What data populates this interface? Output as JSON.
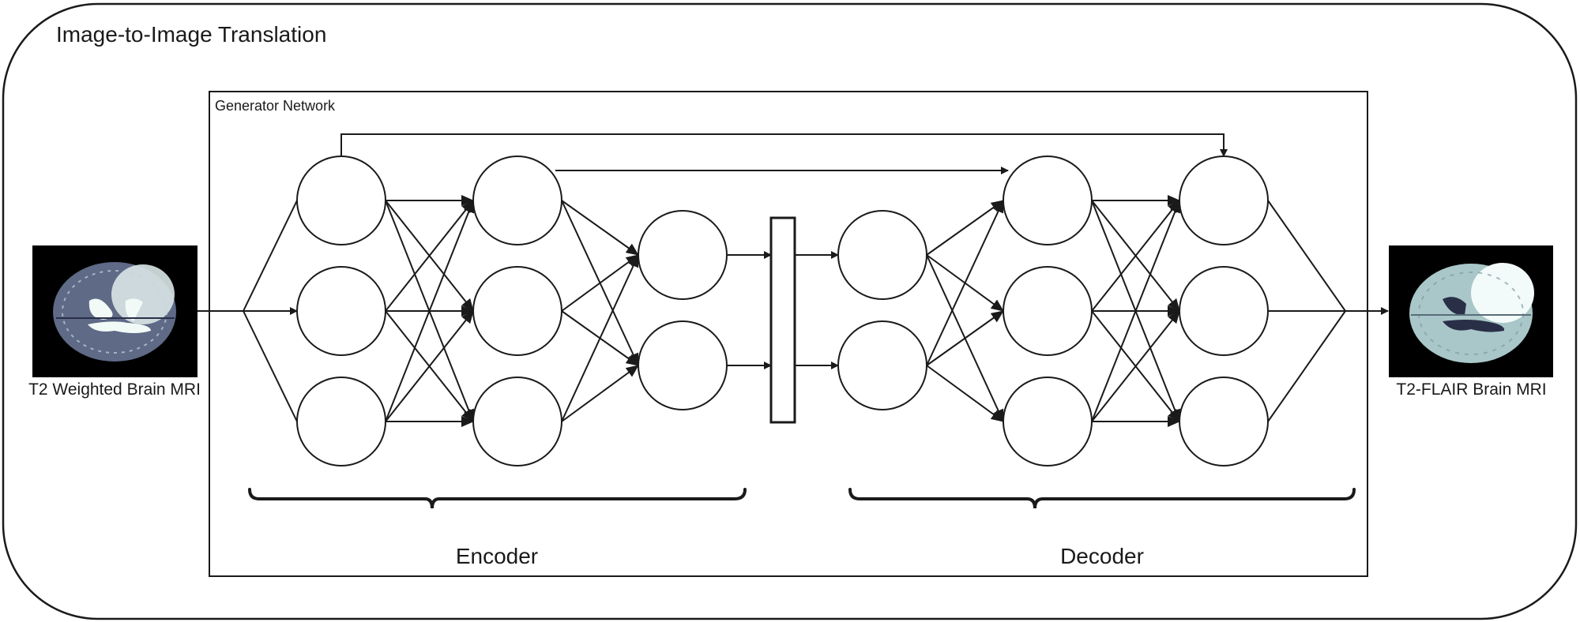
{
  "title": "Image-to-Image Translation",
  "generator": {
    "label": "Generator Network",
    "encoder_label": "Encoder",
    "decoder_label": "Decoder",
    "layers": [
      {
        "id": "enc1",
        "group": "encoder",
        "nodes": 3
      },
      {
        "id": "enc2",
        "group": "encoder",
        "nodes": 3
      },
      {
        "id": "enc3",
        "group": "encoder",
        "nodes": 2
      },
      {
        "id": "bottleneck",
        "group": "bottleneck",
        "nodes": 1
      },
      {
        "id": "dec1",
        "group": "decoder",
        "nodes": 2
      },
      {
        "id": "dec2",
        "group": "decoder",
        "nodes": 3
      },
      {
        "id": "dec3",
        "group": "decoder",
        "nodes": 3
      }
    ],
    "skip_connections": [
      {
        "from": "enc1",
        "to": "dec3"
      },
      {
        "from": "enc2",
        "to": "dec2"
      }
    ]
  },
  "input": {
    "caption": "T2 Weighted Brain MRI",
    "image": "brain-mri-t2-icon"
  },
  "output": {
    "caption": "T2-FLAIR Brain MRI",
    "image": "brain-mri-flair-icon"
  },
  "colors": {
    "stroke": "#1a1a1a",
    "background": "#ffffff",
    "mri_background": "#000000",
    "t2_tissue": "#5e6a86",
    "t2_bright": "#eef6f4",
    "flair_tissue": "#a9c7c8",
    "flair_dark": "#2a2f48"
  }
}
